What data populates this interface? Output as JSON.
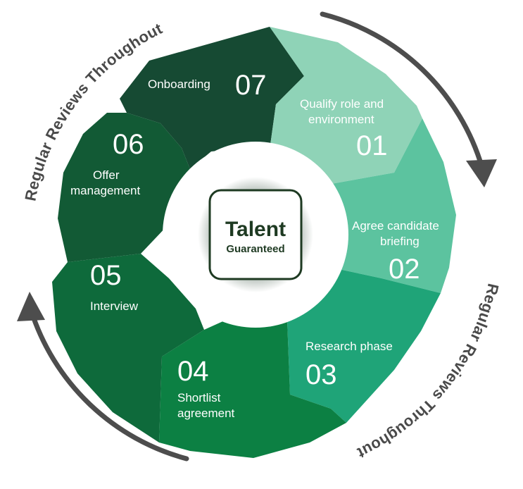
{
  "center": {
    "title": "Talent",
    "subtitle": "Guaranteed"
  },
  "arc_labels": {
    "top_left": "Regular Reviews Throughout",
    "bottom_right": "Regular Reviews Throughout"
  },
  "steps": [
    {
      "number": "01",
      "line1": "Qualify role and",
      "line2": "environment",
      "color": "#8fd3b7"
    },
    {
      "number": "02",
      "line1": "Agree candidate",
      "line2": "briefing",
      "color": "#5cc39f"
    },
    {
      "number": "03",
      "line1": "Research phase",
      "line2": "",
      "color": "#1fa478"
    },
    {
      "number": "04",
      "line1": "Shortlist",
      "line2": "agreement",
      "color": "#0c8043"
    },
    {
      "number": "05",
      "line1": "Interview",
      "line2": "",
      "color": "#0e6a3b"
    },
    {
      "number": "06",
      "line1": "Offer",
      "line2": "management",
      "color": "#125a35"
    },
    {
      "number": "07",
      "line1": "Onboarding",
      "line2": "",
      "color": "#164a33"
    }
  ],
  "colors": {
    "arrow": "#4d4d4d",
    "center_border": "#1e3a22",
    "center_glow": "#1b3a26"
  }
}
